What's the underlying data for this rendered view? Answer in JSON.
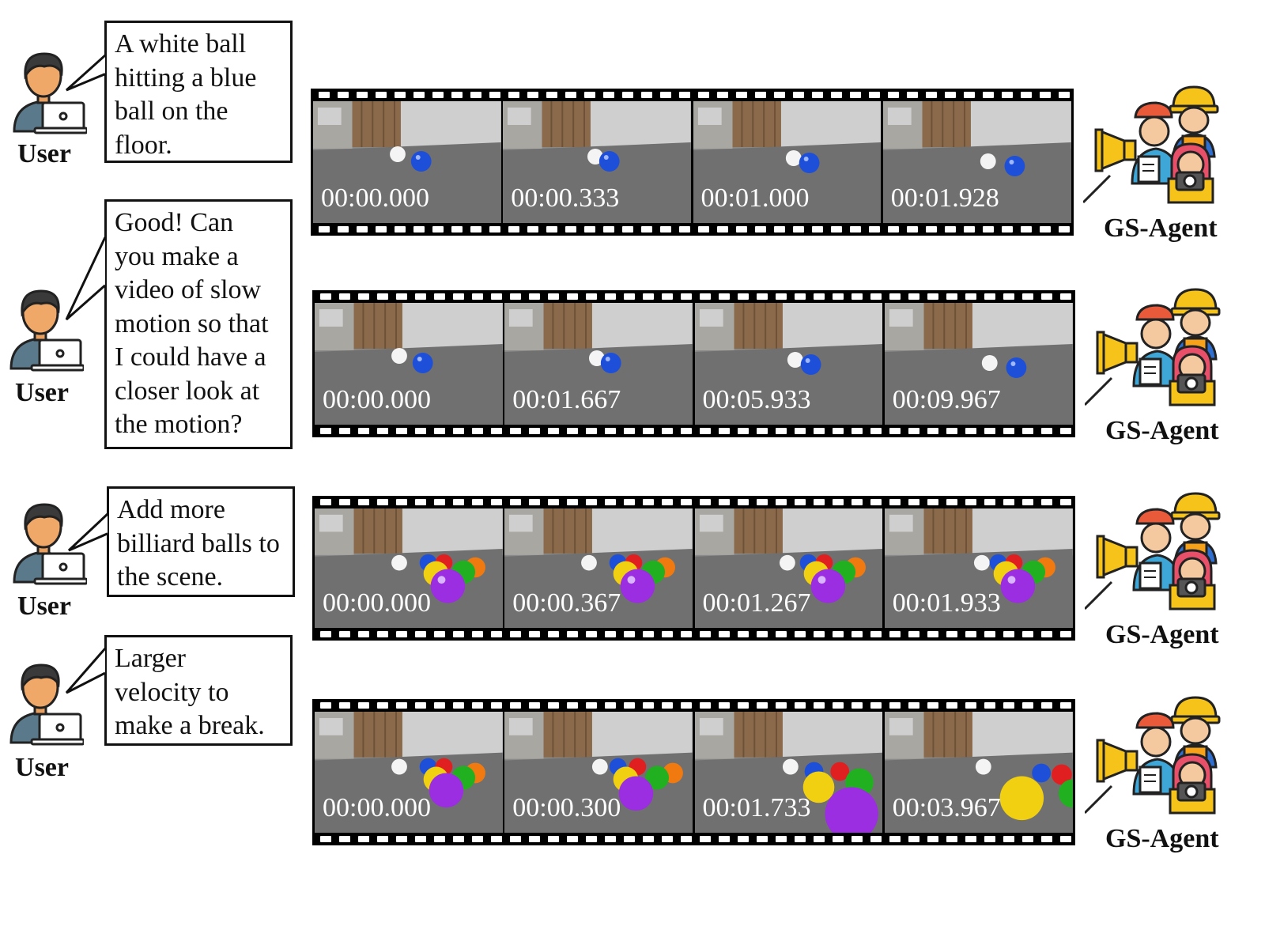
{
  "user_label": "User",
  "agent_label": "GS-Agent",
  "rows": [
    {
      "prompt_lines": [
        "A white ball",
        "hitting a blue",
        "ball on the",
        "floor."
      ],
      "timestamps": [
        "00:00.000",
        "00:00.333",
        "00:01.000",
        "00:01.928"
      ],
      "scene": "two-balls"
    },
    {
      "prompt_lines": [
        "Good! Can",
        "you make a",
        "video of slow",
        "motion so that",
        "I could have a",
        "closer look at",
        "the motion?"
      ],
      "timestamps": [
        "00:00.000",
        "00:01.667",
        "00:05.933",
        "00:09.967"
      ],
      "scene": "two-balls"
    },
    {
      "prompt_lines": [
        "Add more",
        "billiard balls to",
        "the scene."
      ],
      "timestamps": [
        "00:00.000",
        "00:00.367",
        "00:01.267",
        "00:01.933"
      ],
      "scene": "billiards"
    },
    {
      "prompt_lines": [
        "Larger",
        "velocity to",
        "make a break."
      ],
      "timestamps": [
        "00:00.000",
        "00:00.300",
        "00:01.733",
        "00:03.967"
      ],
      "scene": "break"
    }
  ]
}
